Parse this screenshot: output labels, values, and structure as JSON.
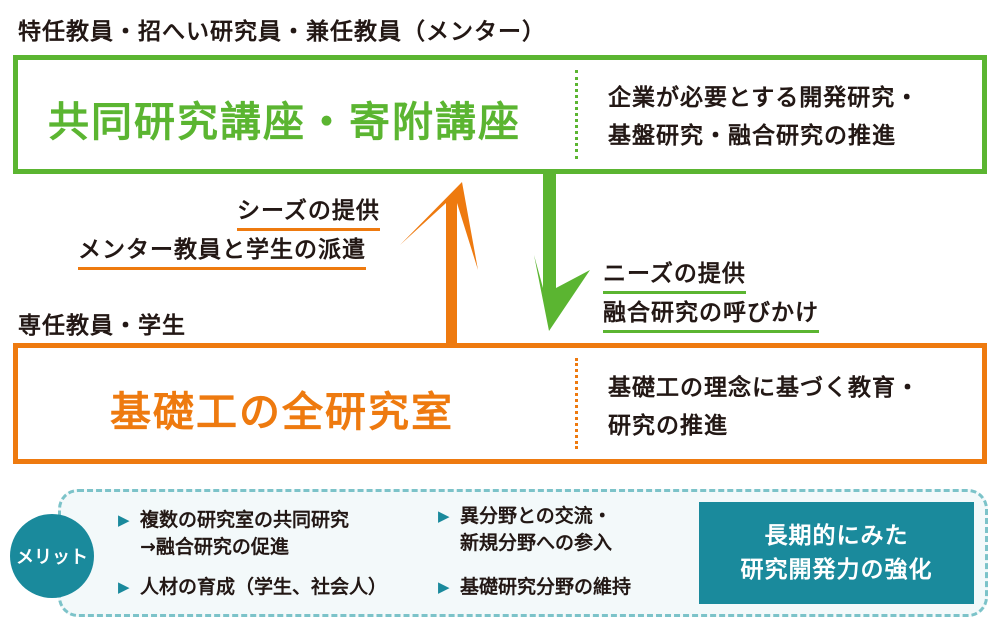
{
  "top_caption": "特任教員・招へい研究員・兼任教員（メンター）",
  "top_box": {
    "title": "共同研究講座・寄附講座",
    "desc_line1": "企業が必要とする開発研究・",
    "desc_line2": "基盤研究・融合研究の推進"
  },
  "up_arrow": {
    "label1": "シーズの提供",
    "label2": "メンター教員と学生の派遣"
  },
  "down_arrow": {
    "label1": "ニーズの提供",
    "label2": "融合研究の呼びかけ"
  },
  "bottom_caption": "専任教員・学生",
  "bottom_box": {
    "title": "基礎工の全研究室",
    "desc_line1": "基礎工の理念に基づく教育・",
    "desc_line2": "研究の推進"
  },
  "merit": {
    "badge": "メリット",
    "item1_line1": "複数の研究室の共同研究",
    "item1_line2": "→融合研究の促進",
    "item2": "人材の育成（学生、社会人）",
    "item3_line1": "異分野との交流・",
    "item3_line2": "新規分野への参入",
    "item4": "基礎研究分野の維持",
    "result_line1": "長期的にみた",
    "result_line2": "研究開発力の強化"
  },
  "colors": {
    "green": "#5bb531",
    "orange": "#ee7a0f",
    "teal": "#1a8a9c",
    "text": "#231815"
  }
}
